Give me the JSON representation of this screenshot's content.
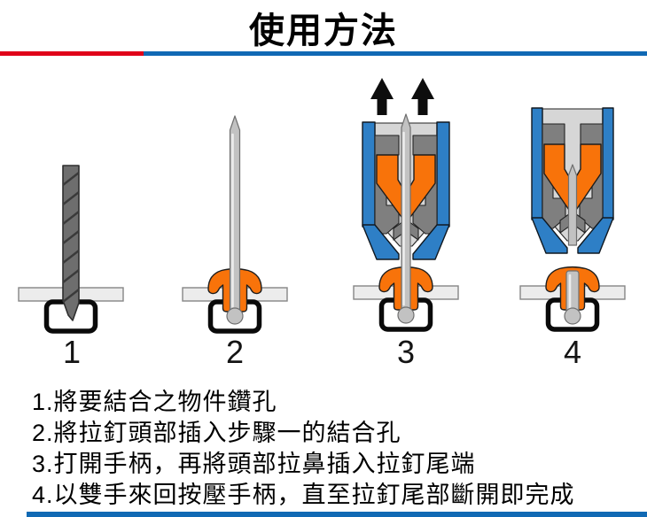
{
  "title": "使用方法",
  "steps": [
    "1",
    "2",
    "3",
    "4"
  ],
  "instructions": [
    "1.將要結合之物件鑽孔",
    "2.將拉釘頭部插入步驟一的結合孔",
    "3.打開手柄，再將頭部拉鼻插入拉釘尾端",
    "4.以雙手來回按壓手柄，直至拉釘尾部斷開即完成"
  ],
  "colors": {
    "accent-red": "#E00019",
    "accent-blue": "#1069B4",
    "tool-blue": "#2E7FC6",
    "rivet-orange": "#F8730A",
    "metal-gray": "#C2C2C2",
    "jaw-gray": "#7F7F7F",
    "lining-gray": "#D6D6D6",
    "plate-gray": "#ECECEC",
    "drill-gray": "#6E6E6E"
  }
}
